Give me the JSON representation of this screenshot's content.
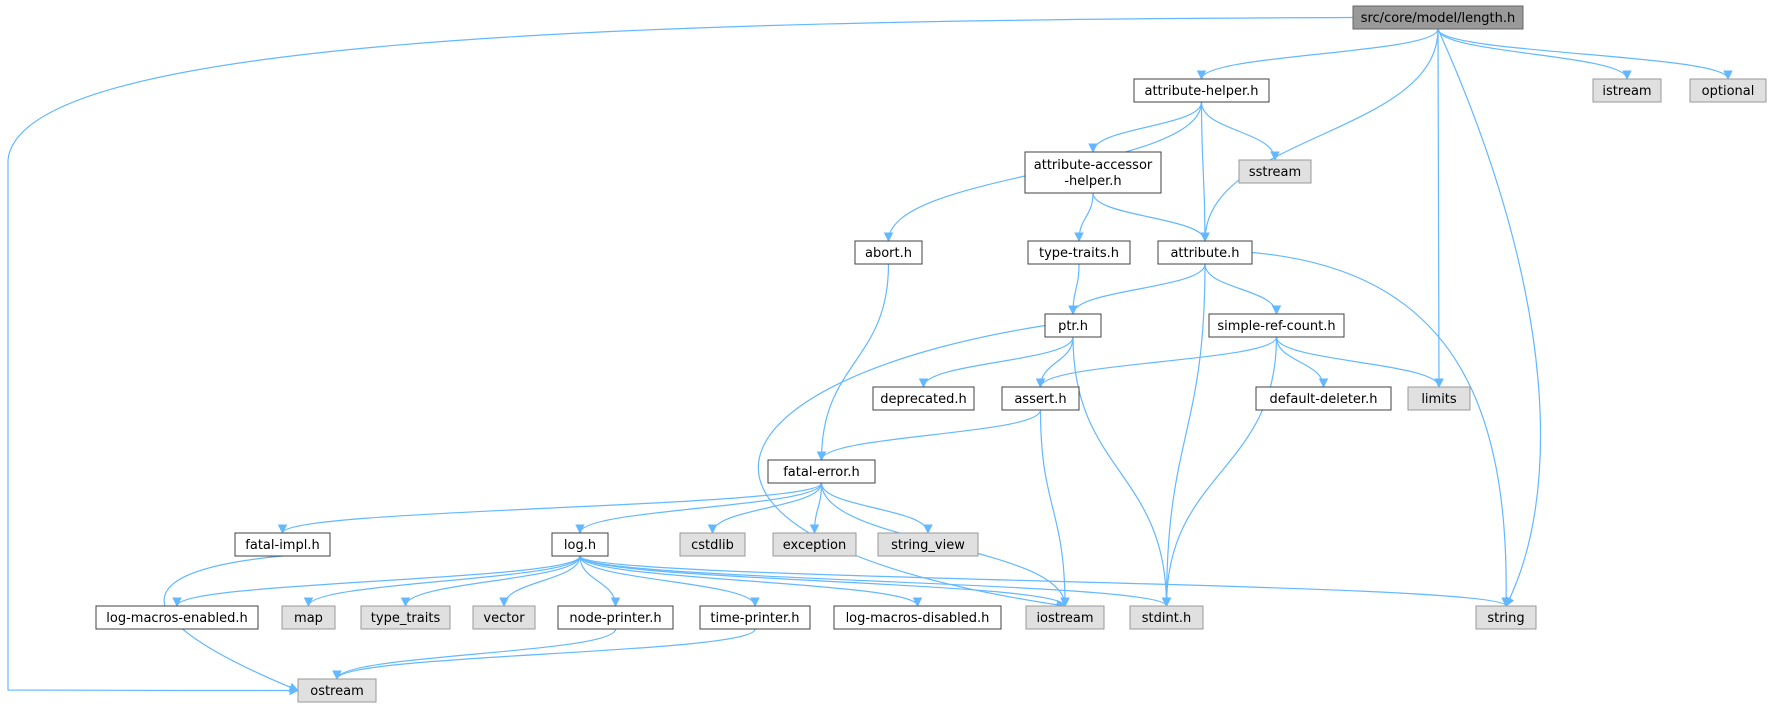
{
  "diagram": {
    "nodes": [
      {
        "id": "length",
        "label": "src/core/model/length.h",
        "kind": "root"
      },
      {
        "id": "attribute-helper",
        "label": "attribute-helper.h",
        "kind": "doc"
      },
      {
        "id": "istream",
        "label": "istream",
        "kind": "sys"
      },
      {
        "id": "optional",
        "label": "optional",
        "kind": "sys"
      },
      {
        "id": "attribute-accessor",
        "label": "attribute-accessor\n-helper.h",
        "kind": "doc"
      },
      {
        "id": "sstream",
        "label": "sstream",
        "kind": "sys"
      },
      {
        "id": "abort",
        "label": "abort.h",
        "kind": "doc"
      },
      {
        "id": "type-traits-h",
        "label": "type-traits.h",
        "kind": "doc"
      },
      {
        "id": "attribute",
        "label": "attribute.h",
        "kind": "doc"
      },
      {
        "id": "ptr",
        "label": "ptr.h",
        "kind": "doc"
      },
      {
        "id": "simple-ref-count",
        "label": "simple-ref-count.h",
        "kind": "doc"
      },
      {
        "id": "deprecated",
        "label": "deprecated.h",
        "kind": "doc"
      },
      {
        "id": "assert",
        "label": "assert.h",
        "kind": "doc"
      },
      {
        "id": "default-deleter",
        "label": "default-deleter.h",
        "kind": "doc"
      },
      {
        "id": "limits",
        "label": "limits",
        "kind": "sys"
      },
      {
        "id": "fatal-error",
        "label": "fatal-error.h",
        "kind": "doc"
      },
      {
        "id": "fatal-impl",
        "label": "fatal-impl.h",
        "kind": "doc"
      },
      {
        "id": "log",
        "label": "log.h",
        "kind": "doc"
      },
      {
        "id": "cstdlib",
        "label": "cstdlib",
        "kind": "sys"
      },
      {
        "id": "exception",
        "label": "exception",
        "kind": "sys"
      },
      {
        "id": "string_view",
        "label": "string_view",
        "kind": "sys"
      },
      {
        "id": "log-macros-enabled",
        "label": "log-macros-enabled.h",
        "kind": "doc"
      },
      {
        "id": "map",
        "label": "map",
        "kind": "sys"
      },
      {
        "id": "type_traits",
        "label": "type_traits",
        "kind": "sys"
      },
      {
        "id": "vector",
        "label": "vector",
        "kind": "sys"
      },
      {
        "id": "node-printer",
        "label": "node-printer.h",
        "kind": "doc"
      },
      {
        "id": "time-printer",
        "label": "time-printer.h",
        "kind": "doc"
      },
      {
        "id": "log-macros-disabled",
        "label": "log-macros-disabled.h",
        "kind": "doc"
      },
      {
        "id": "iostream",
        "label": "iostream",
        "kind": "sys"
      },
      {
        "id": "stdint",
        "label": "stdint.h",
        "kind": "sys"
      },
      {
        "id": "string",
        "label": "string",
        "kind": "sys"
      },
      {
        "id": "ostream",
        "label": "ostream",
        "kind": "sys"
      }
    ],
    "edges": [
      [
        "length",
        "ostream"
      ],
      [
        "length",
        "attribute-helper"
      ],
      [
        "length",
        "attribute"
      ],
      [
        "length",
        "limits"
      ],
      [
        "length",
        "string"
      ],
      [
        "length",
        "istream"
      ],
      [
        "length",
        "optional"
      ],
      [
        "attribute-helper",
        "abort"
      ],
      [
        "attribute-helper",
        "attribute-accessor"
      ],
      [
        "attribute-helper",
        "attribute"
      ],
      [
        "attribute-helper",
        "sstream"
      ],
      [
        "attribute-accessor",
        "type-traits-h"
      ],
      [
        "attribute-accessor",
        "attribute"
      ],
      [
        "abort",
        "fatal-error"
      ],
      [
        "type-traits-h",
        "ptr"
      ],
      [
        "attribute",
        "ptr"
      ],
      [
        "attribute",
        "simple-ref-count"
      ],
      [
        "attribute",
        "stdint"
      ],
      [
        "attribute",
        "string"
      ],
      [
        "ptr",
        "deprecated"
      ],
      [
        "ptr",
        "assert"
      ],
      [
        "ptr",
        "iostream"
      ],
      [
        "ptr",
        "stdint"
      ],
      [
        "simple-ref-count",
        "assert"
      ],
      [
        "simple-ref-count",
        "default-deleter"
      ],
      [
        "simple-ref-count",
        "limits"
      ],
      [
        "simple-ref-count",
        "stdint"
      ],
      [
        "assert",
        "fatal-error"
      ],
      [
        "assert",
        "iostream"
      ],
      [
        "fatal-error",
        "fatal-impl"
      ],
      [
        "fatal-error",
        "log"
      ],
      [
        "fatal-error",
        "cstdlib"
      ],
      [
        "fatal-error",
        "exception"
      ],
      [
        "fatal-error",
        "string_view"
      ],
      [
        "fatal-error",
        "iostream"
      ],
      [
        "fatal-impl",
        "ostream"
      ],
      [
        "log",
        "log-macros-enabled"
      ],
      [
        "log",
        "map"
      ],
      [
        "log",
        "type_traits"
      ],
      [
        "log",
        "vector"
      ],
      [
        "log",
        "node-printer"
      ],
      [
        "log",
        "time-printer"
      ],
      [
        "log",
        "log-macros-disabled"
      ],
      [
        "log",
        "iostream"
      ],
      [
        "log",
        "stdint"
      ],
      [
        "log",
        "string"
      ],
      [
        "node-printer",
        "ostream"
      ],
      [
        "time-printer",
        "ostream"
      ]
    ]
  }
}
